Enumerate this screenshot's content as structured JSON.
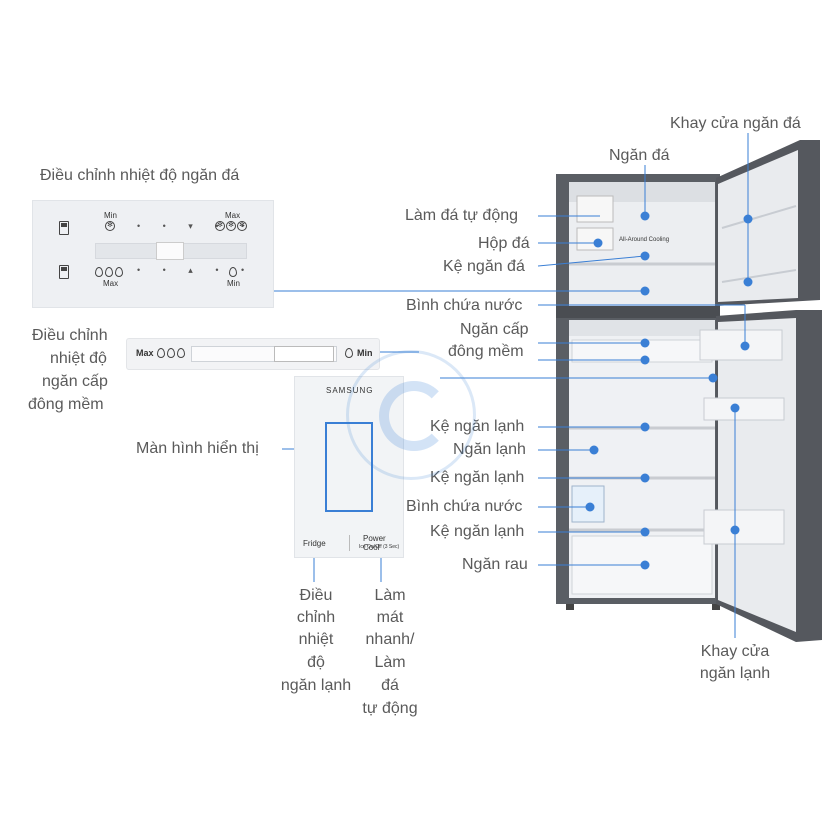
{
  "labels": {
    "ice_tray_door": "Khay cửa ngăn đá",
    "freezer": "Ngăn đá",
    "auto_ice_maker": "Làm đá tự động",
    "ice_box": "Hộp đá",
    "freezer_shelf": "Kệ ngăn đá",
    "water_tank_top": "Bình chứa nước",
    "soft_freeze_line1": "Ngăn cấp",
    "soft_freeze_line2": "đông mềm",
    "fridge_shelf_1": "Kệ ngăn lạnh",
    "fridge_compartment": "Ngăn lạnh",
    "fridge_shelf_2": "Kệ ngăn lạnh",
    "water_tank_bottom": "Bình chứa nước",
    "fridge_shelf_3": "Kệ ngăn lạnh",
    "vegetable_drawer": "Ngăn rau",
    "fridge_door_tray_line1": "Khay cửa",
    "fridge_door_tray_line2": "ngăn lạnh",
    "freezer_temp_control": "Điều chỉnh nhiệt độ ngăn đá",
    "soft_freeze_temp_1": "Điều chỉnh",
    "soft_freeze_temp_2": "nhiệt độ",
    "soft_freeze_temp_3": "ngăn cấp",
    "soft_freeze_temp_4": "đông mềm",
    "display": "Màn hình hiển thị",
    "fridge_temp_1": "Điều",
    "fridge_temp_2": "chỉnh",
    "fridge_temp_3": "nhiệt",
    "fridge_temp_4": "độ",
    "fridge_temp_5": "ngăn lạnh",
    "power_cool_1": "Làm",
    "power_cool_2": "mát",
    "power_cool_3": "nhanh/",
    "power_cool_4": "Làm",
    "power_cool_5": "đá",
    "power_cool_6": "tự động"
  },
  "panels": {
    "freezer_min": "Min",
    "freezer_max": "Max",
    "fridge_max": "Max",
    "fridge_min": "Min",
    "slider_max": "Max",
    "slider_min": "Min",
    "brand": "SAMSUNG",
    "fridge_button": "Fridge",
    "power_cool_line1": "Power Cool",
    "power_cool_line2": "Ice On/Off (3 Sec)",
    "air_cooling": "All-Around Cooling"
  },
  "colors": {
    "leader": "#3a7fd5",
    "text": "#5a5a5a",
    "fridge_body": "#4a4d52"
  }
}
